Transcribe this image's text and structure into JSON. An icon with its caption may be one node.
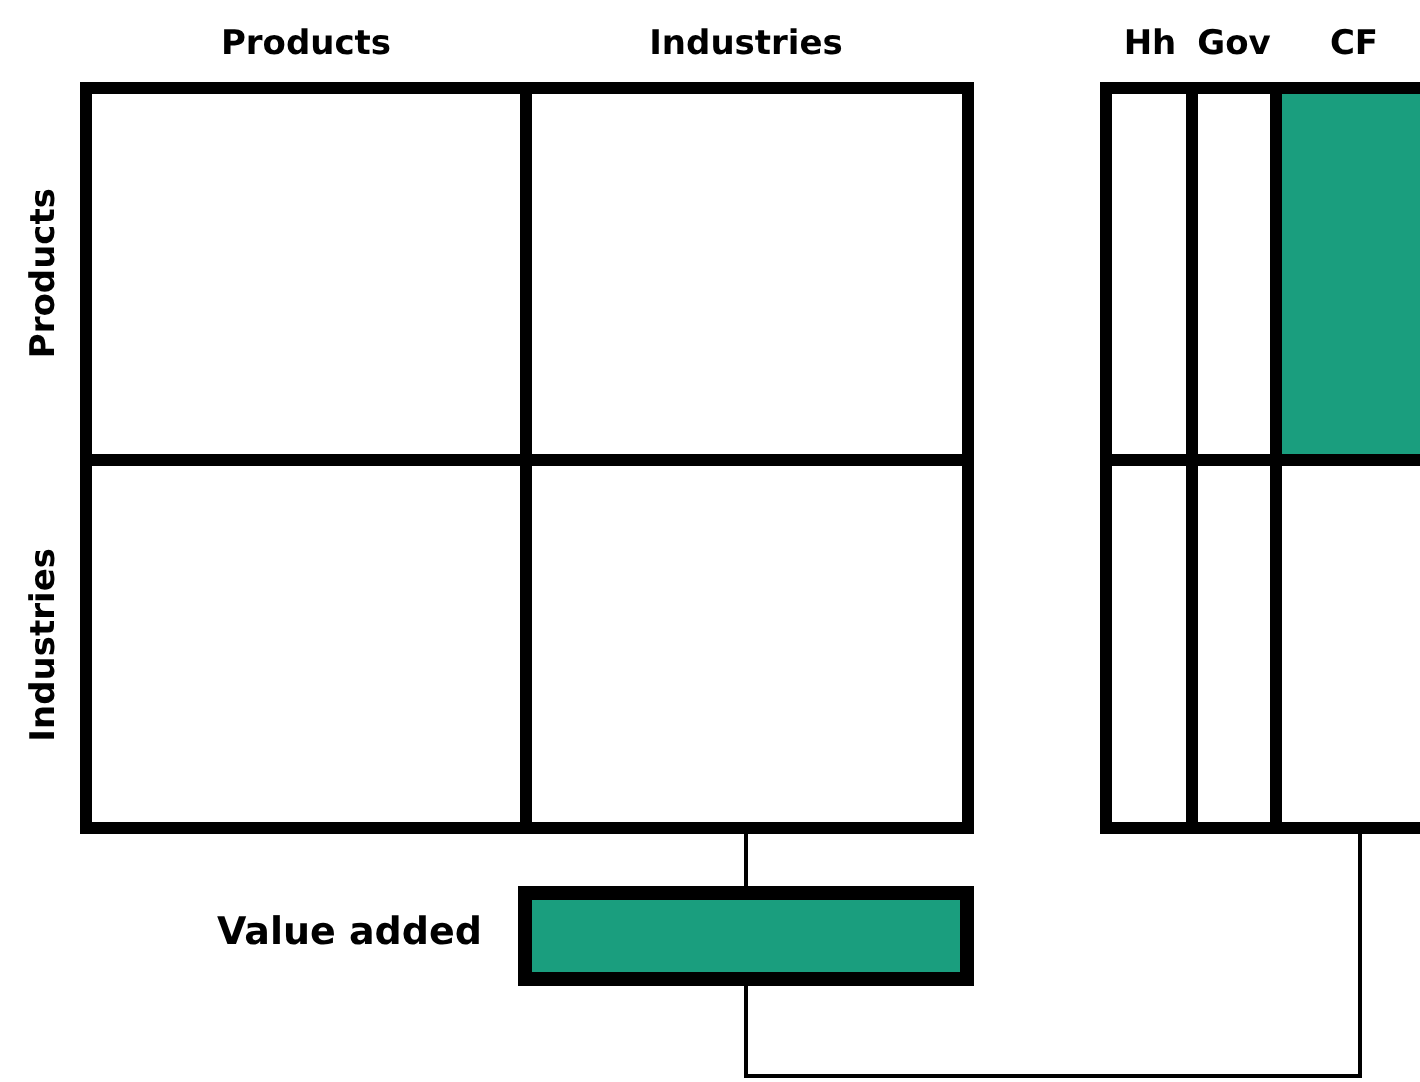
{
  "diagram": {
    "nodes": [
      {
        "text": [],
        "shape": "box"
      },
      {
        "text": [],
        "shape": "box"
      },
      {
        "text": [],
        "shape": "box"
      },
      {
        "text": [],
        "shape": "box"
      },
      {
        "text": [],
        "shape": "box"
      },
      {
        "text": [],
        "shape": "box"
      },
      {
        "text": [],
        "shape": "box"
      },
      {
        "text": [],
        "shape": "box"
      },
      {
        "text": [],
        "shape": "box"
      },
      {
        "text": [],
        "shape": "box"
      },
      {
        "text": [],
        "shape": "bar",
        "beside": [
          "Value added"
        ]
      }
    ],
    "edges": [
      {
        "from": 3,
        "to": 10,
        "arrow": "none"
      },
      {
        "from": 9,
        "to": 10,
        "arrow": "none"
      }
    ],
    "labels": [
      "Products",
      "Industries",
      "Hh",
      "Gov",
      "CF",
      "Products",
      "Industries"
    ]
  }
}
